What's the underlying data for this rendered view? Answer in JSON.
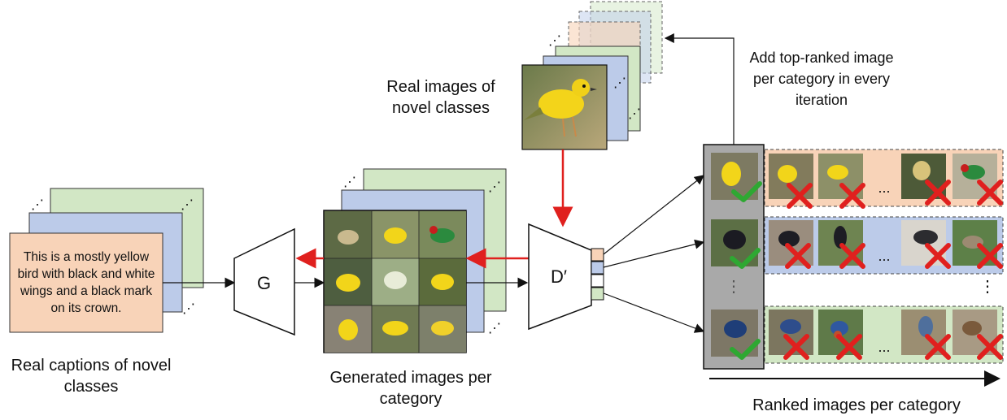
{
  "left": {
    "caption_card_text": "This is a mostly yellow bird with black and white wings and a black mark on its crown.",
    "label": "Real captions  of novel classes"
  },
  "generator": {
    "letter": "G"
  },
  "generated": {
    "label": "Generated images per category"
  },
  "real_images": {
    "label": "Real images of novel classes"
  },
  "discriminator": {
    "letter": "D′"
  },
  "feedback": {
    "label": "Add top-ranked image per category in every iteration"
  },
  "ranked": {
    "label": "Ranked images per category",
    "ellipsis": "..."
  },
  "ellipsis": "⋰",
  "vdots": "⋮",
  "colors": {
    "peach": "#f8d3b8",
    "blue": "#bccbe9",
    "green": "#d2e7c5",
    "check": "#2ea832",
    "cross": "#e0201e",
    "red_arrow": "#e0201e"
  }
}
